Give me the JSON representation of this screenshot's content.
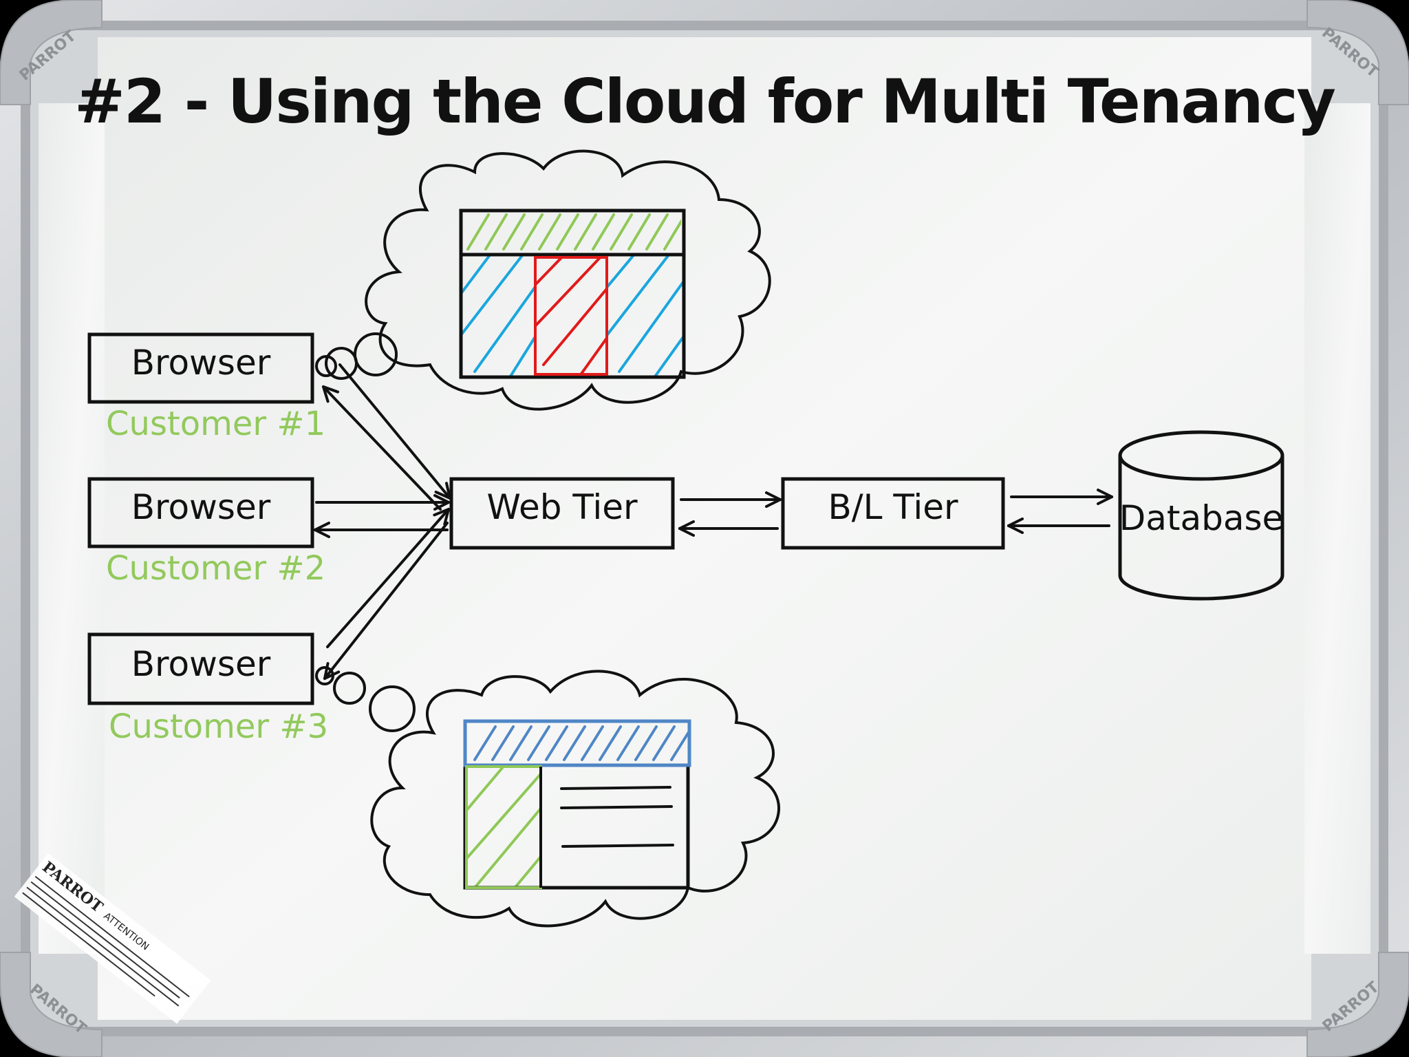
{
  "title": "#2 - Using the Cloud for Multi Tenancy",
  "colors": {
    "ink": "#111111",
    "customer_green": "#92c95c",
    "hatch_green": "#8fc857",
    "hatch_blue": "#1aa6de",
    "hatch_red": "#e11a1a",
    "header_blue": "#4f86c6",
    "board_white": "#f1f2f1",
    "frame_silver": "#c9ccd0"
  },
  "nodes": {
    "browser1": "Browser",
    "browser2": "Browser",
    "browser3": "Browser",
    "web_tier": "Web Tier",
    "bl_tier": "B/L Tier",
    "database": "Database"
  },
  "customers": {
    "c1": "Customer #1",
    "c2": "Customer #2",
    "c3": "Customer #3"
  },
  "frame": {
    "brand": "PARROT",
    "sticker_brand": "PARROT",
    "sticker_heading": "ATTENTION"
  },
  "icons": {
    "cloud_top": "cloud-thought-bubble-icon",
    "cloud_bottom": "cloud-thought-bubble-icon",
    "database": "database-cylinder-icon"
  }
}
